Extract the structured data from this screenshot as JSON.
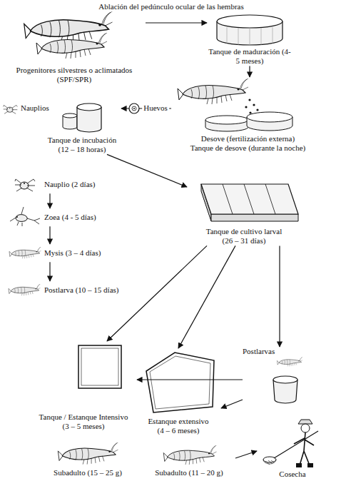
{
  "diagram": {
    "nodes": [
      {
        "text": [
          "Progenitores silvestres o aclimatados (SPF/SPR)"
        ]
      },
      {
        "text": [
          "Tanque de maduración (4-5 meses)"
        ]
      },
      {
        "text": [
          "Desove (fertilización externa)",
          "Tanque de desove (durante la noche)"
        ]
      },
      {
        "text": [
          "Tanque de incubación (12 – 18 horas)"
        ]
      },
      {
        "text": [
          "Nauplio (2 días)"
        ]
      },
      {
        "text": [
          "Zoea (4 - 5 días)"
        ]
      },
      {
        "text": [
          "Mysis (3 – 4 días)"
        ]
      },
      {
        "text": [
          "Postlarva (10 – 15 días)"
        ]
      },
      {
        "text": [
          "Tanque de cultivo larval (26 – 31 días)"
        ]
      },
      {
        "text": [
          "Postlarvas"
        ]
      },
      {
        "text": [
          "Tanque / Estanque Intensivo (3 – 5 meses)"
        ]
      },
      {
        "text": [
          "Estanque extensivo (4 – 6 meses)"
        ]
      },
      {
        "text": [
          "Subadulto (15 – 25 g)"
        ]
      },
      {
        "text": [
          "Subadulto (11 – 20 g)"
        ]
      },
      {
        "text": [
          "Cosecha"
        ]
      }
    ],
    "edges": [
      {
        "from": 0,
        "to": 1,
        "arrow": "to",
        "label": "Ablación del pedúnculo ocular de las hembras"
      },
      {
        "from": 1,
        "to": 2,
        "arrow": "to"
      },
      {
        "from": 2,
        "to": 3,
        "arrow": "to",
        "label": "Huevos"
      },
      {
        "from": 3,
        "to": 8,
        "arrow": "to"
      },
      {
        "from": 4,
        "to": 5,
        "arrow": "to"
      },
      {
        "from": 5,
        "to": 6,
        "arrow": "to"
      },
      {
        "from": 6,
        "to": 7,
        "arrow": "to"
      },
      {
        "from": 8,
        "to": 10,
        "arrow": "to"
      },
      {
        "from": 8,
        "to": 11,
        "arrow": "to"
      },
      {
        "from": 8,
        "to": 9,
        "arrow": "to"
      },
      {
        "from": 9,
        "to": 10,
        "arrow": "to"
      },
      {
        "from": 9,
        "to": 11,
        "arrow": "to"
      },
      {
        "from": 13,
        "to": 14,
        "arrow": "to"
      }
    ],
    "labels": [
      "Nauplios"
    ]
  }
}
